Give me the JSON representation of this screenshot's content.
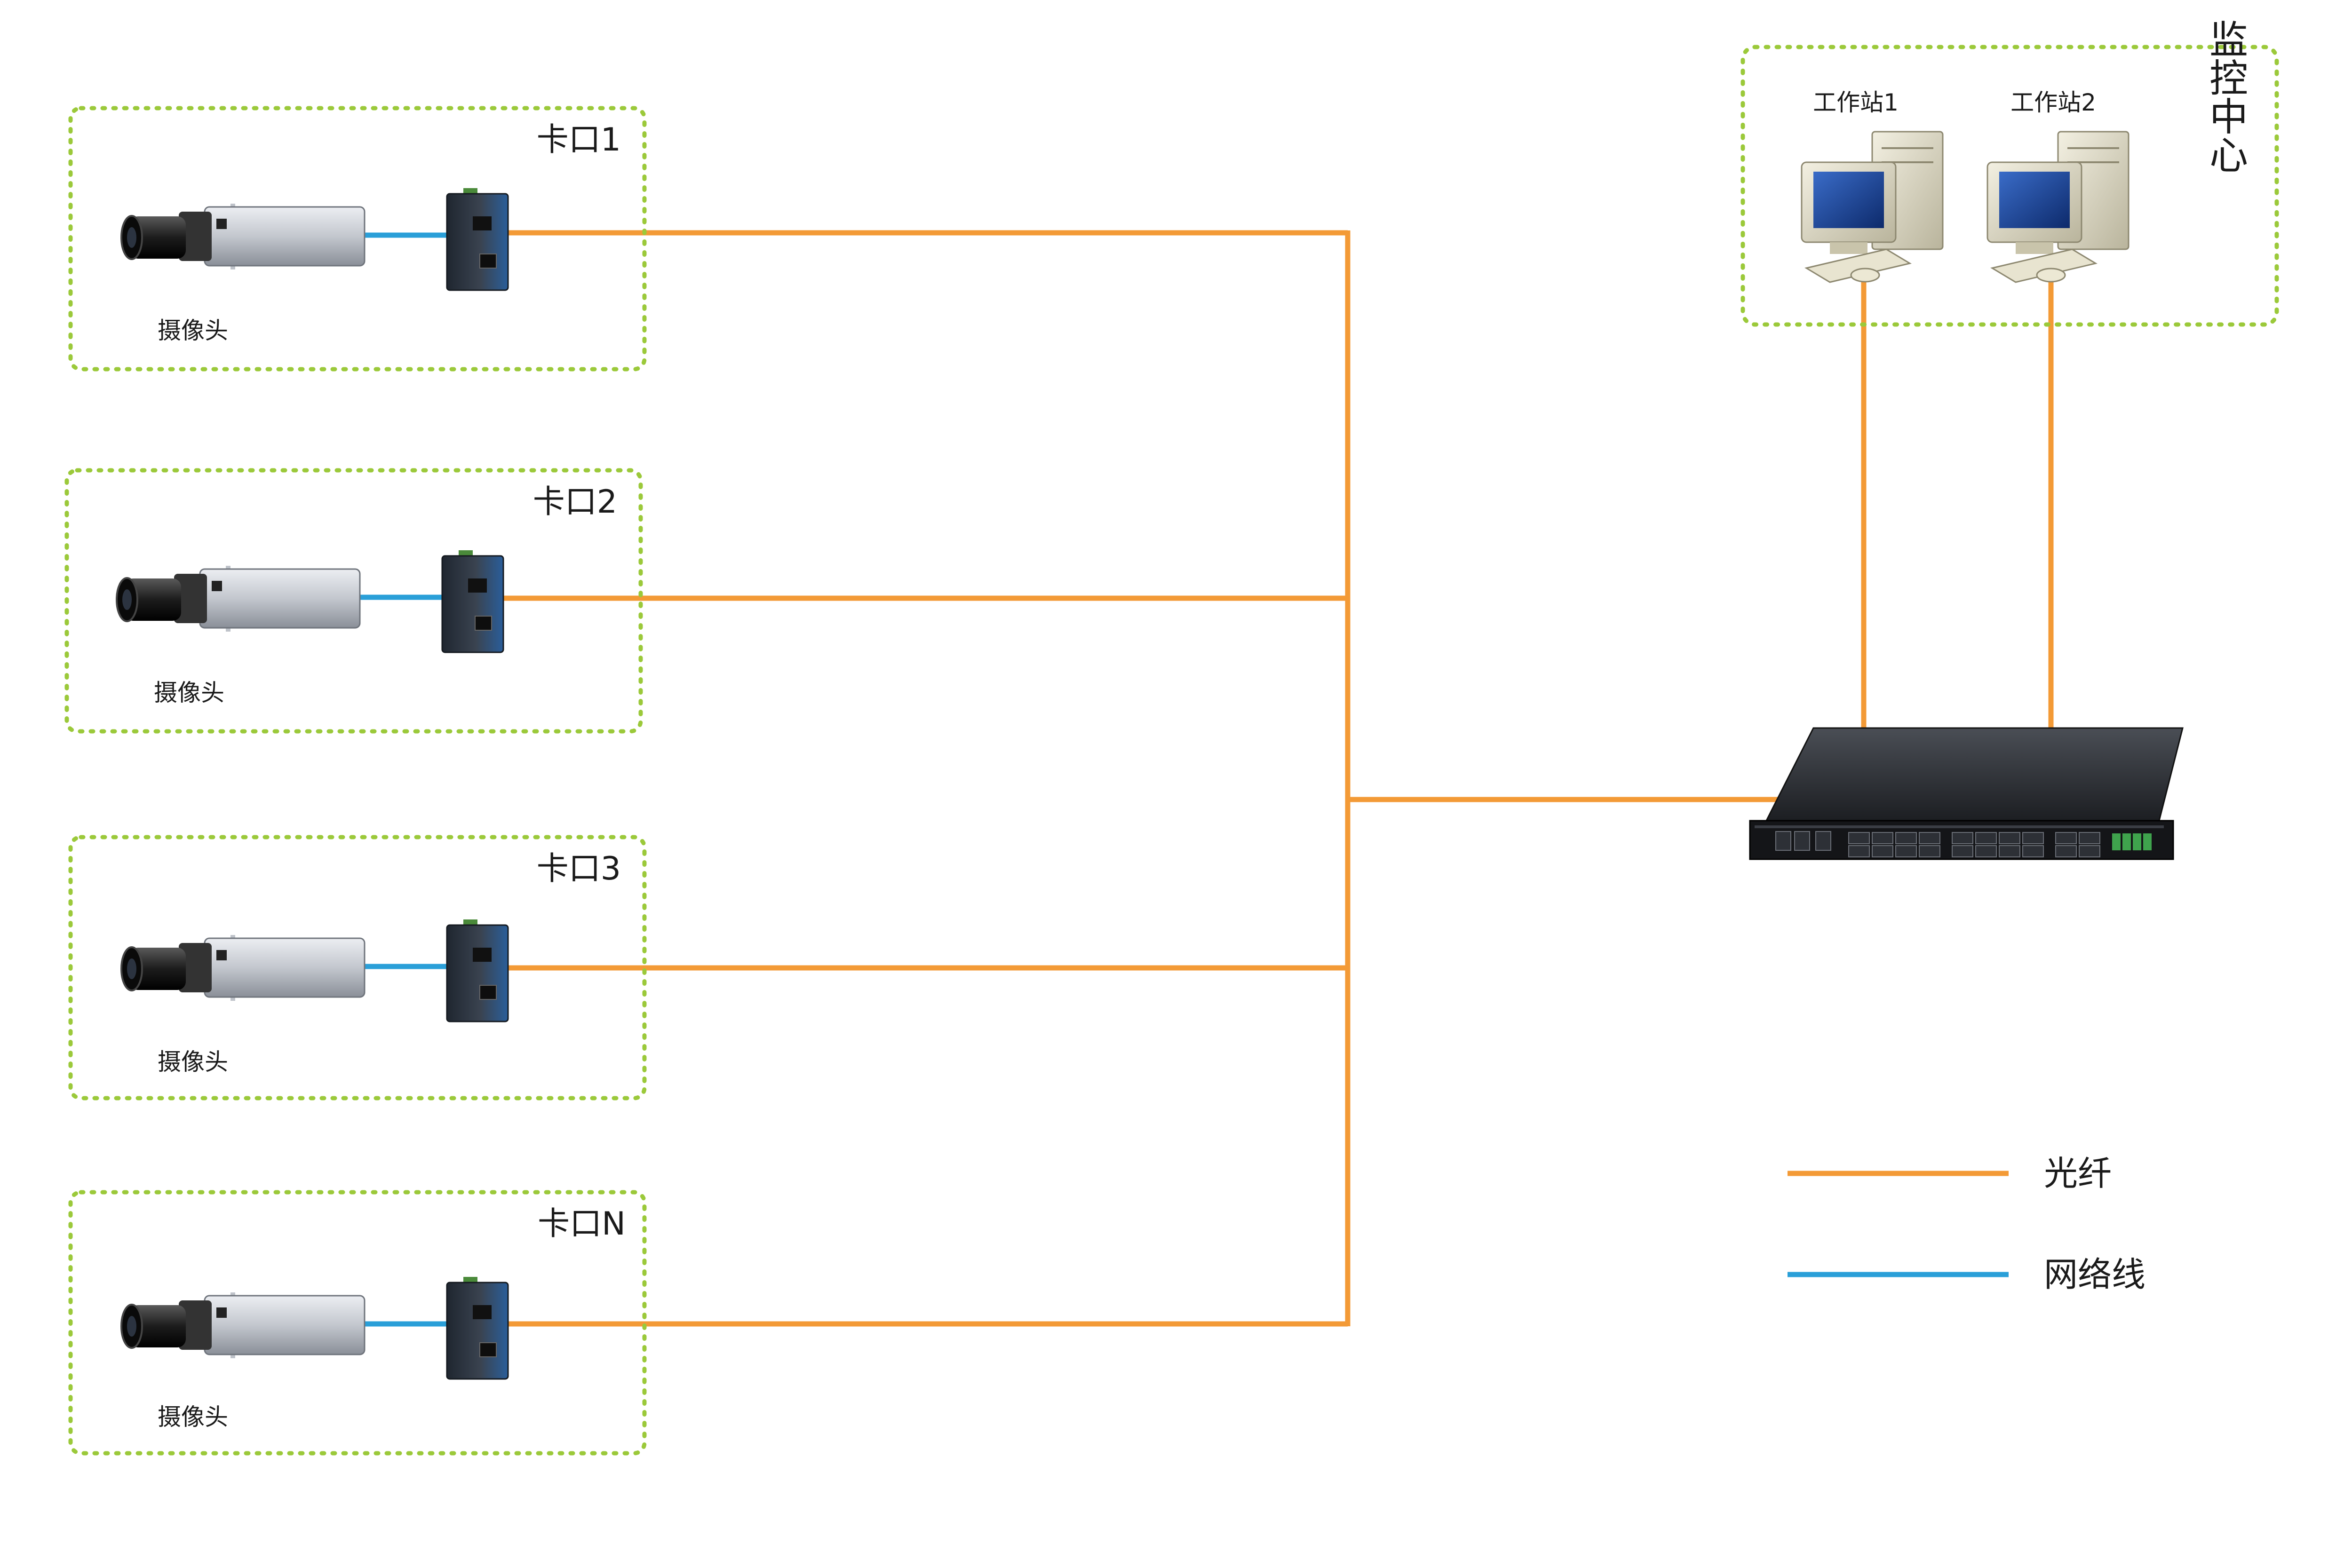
{
  "checkpoints": [
    {
      "label": "卡口1",
      "camera_label": "摄像头"
    },
    {
      "label": "卡口2",
      "camera_label": "摄像头"
    },
    {
      "label": "卡口3",
      "camera_label": "摄像头"
    },
    {
      "label": "卡口N",
      "camera_label": "摄像头"
    }
  ],
  "monitor_center": {
    "label": "监控中心",
    "workstations": [
      "工作站1",
      "工作站2"
    ]
  },
  "legend": [
    {
      "label": "光纤",
      "color": "#f39a36"
    },
    {
      "label": "网络线",
      "color": "#2a9fd8"
    }
  ],
  "colors": {
    "fiber": "#f39a36",
    "network_cable": "#2a9fd8",
    "group_border": "#9bc93a"
  }
}
